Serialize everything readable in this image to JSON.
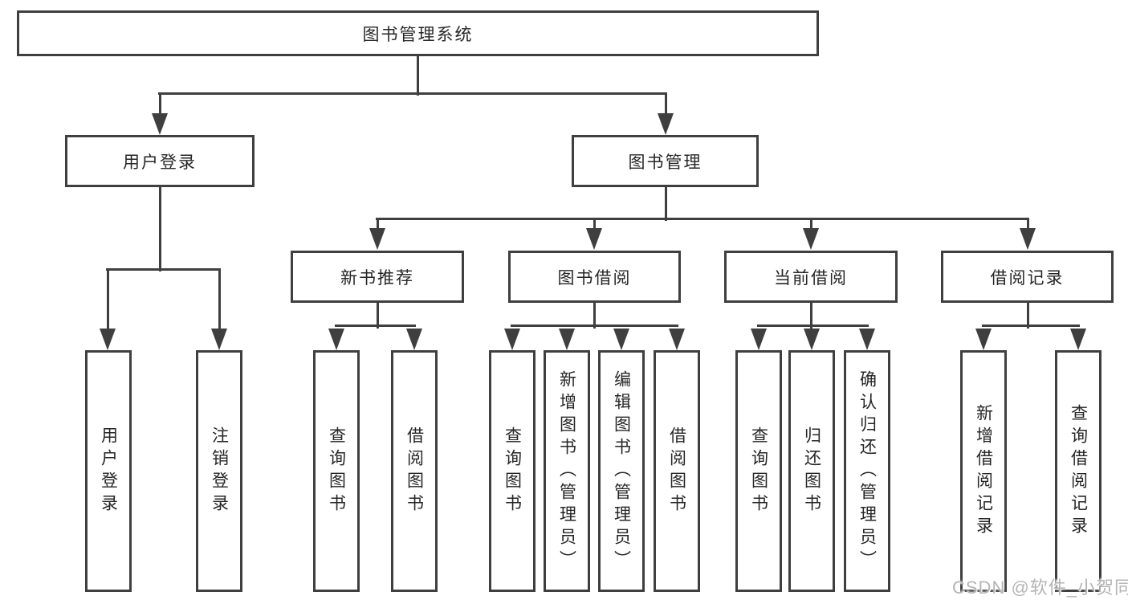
{
  "diagram_title": "图书管理系统",
  "tree": {
    "label": "图书管理系统",
    "children": [
      {
        "label": "用户登录",
        "children": [
          {
            "label": "用户登录"
          },
          {
            "label": "注销登录"
          }
        ]
      },
      {
        "label": "图书管理",
        "children": [
          {
            "label": "新书推荐",
            "children": [
              {
                "label": "查询图书"
              },
              {
                "label": "借阅图书"
              }
            ]
          },
          {
            "label": "图书借阅",
            "children": [
              {
                "label": "查询图书"
              },
              {
                "label": "新增图书（管理员）"
              },
              {
                "label": "编辑图书（管理员）"
              },
              {
                "label": "借阅图书"
              }
            ]
          },
          {
            "label": "当前借阅",
            "children": [
              {
                "label": "查询图书"
              },
              {
                "label": "归还图书"
              },
              {
                "label": "确认归还（管理员）"
              }
            ]
          },
          {
            "label": "借阅记录",
            "children": [
              {
                "label": "新增借阅记录"
              },
              {
                "label": "查询借阅记录"
              }
            ]
          }
        ]
      }
    ]
  },
  "watermark": {
    "text": "CSDN @软件_小贺同学"
  },
  "colors": {
    "background": "#ffffff",
    "line": "#3f3f3f",
    "node_border": "#3f3f3f",
    "node_text": "#262626",
    "watermark_text": "#b5b5b5"
  }
}
